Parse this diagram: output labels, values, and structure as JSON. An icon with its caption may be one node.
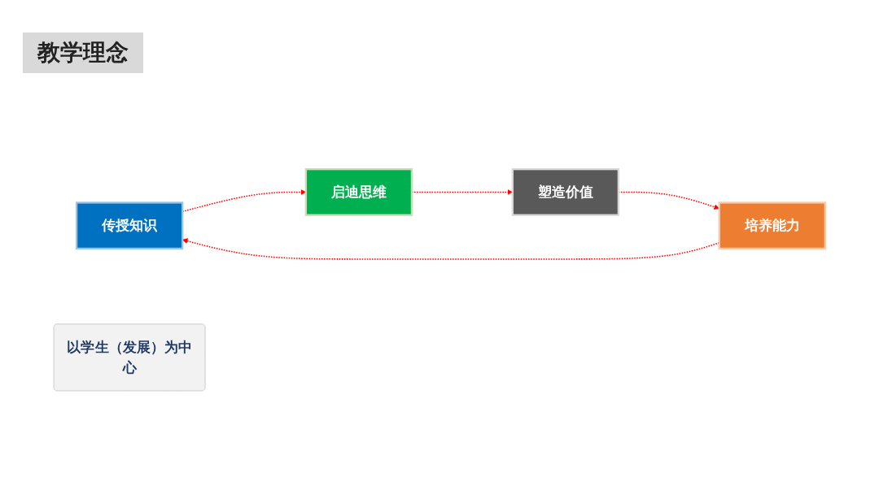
{
  "diagram": {
    "title": "教学理念",
    "nodes": [
      {
        "text": [
          "传授知识"
        ]
      },
      {
        "text": [
          "启迪思维"
        ]
      },
      {
        "text": [
          "塑造价值"
        ]
      },
      {
        "text": [
          "培养能力"
        ]
      },
      {
        "text": [
          "以学生（发展）为中心"
        ]
      }
    ],
    "edges": [
      {
        "from": 0,
        "to": 1,
        "arrow": "to",
        "style": "dashed"
      },
      {
        "from": 1,
        "to": 2,
        "arrow": "to",
        "style": "dashed"
      },
      {
        "from": 2,
        "to": 3,
        "arrow": "to",
        "style": "dashed"
      },
      {
        "from": 3,
        "to": 0,
        "arrow": "to",
        "style": "dashed"
      }
    ]
  }
}
